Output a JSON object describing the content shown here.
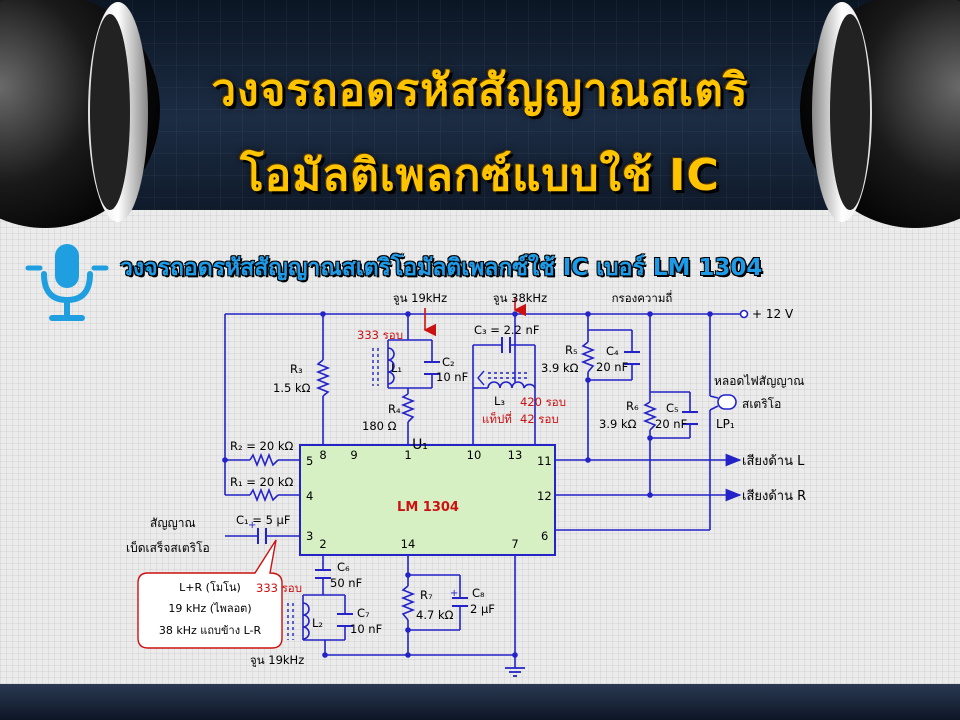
{
  "slide": {
    "title_line1": "วงจรถอดรหัสสัญญาณสเตริ",
    "title_line2": "โอมัลติเพลกซ์แบบใช้ IC",
    "subtitle": "วงจรถอดรหัสสัญญาณสเตริโอมัลติเพลกซ์ใช้ IC เบอร์ LM 1304"
  },
  "colors": {
    "title": "#ffc400",
    "subtitle": "#1e9be8",
    "wire": "#2323c8",
    "ic_fill": "#d7f0c3",
    "accent_red": "#cc1111"
  },
  "icons": {
    "mic": "microphone-icon",
    "speaker_left": "speaker-icon",
    "speaker_right": "speaker-icon"
  },
  "diagram": {
    "ic": {
      "ref": "U₁",
      "part": "LM 1304"
    },
    "pins": [
      "8",
      "9",
      "1",
      "10",
      "13",
      "5",
      "4",
      "3",
      "2",
      "14",
      "7",
      "11",
      "12",
      "6"
    ],
    "supply": "+ 12 V",
    "labels": {
      "tune_19k_top": "จูน 19kHz",
      "tune_38k": "จูน 38kHz",
      "filter": "กรองความถี่",
      "turns_333_top": "333 รอบ",
      "turns_420": "420 รอบ",
      "tap": "แท็ปที่",
      "turns_42": "42 รอบ",
      "turns_333_bottom": "333 รอบ",
      "tune_19k_bottom": "จูน 19kHz",
      "lamp_line1": "หลอดไฟสัญญาณ",
      "lamp_line2": "สเตริโอ",
      "out_left": "เสียงด้าน L",
      "out_right": "เสียงด้าน R",
      "input_line1": "สัญญาณ",
      "input_line2": "เบ็ดเสร็จสเตริโอ",
      "callout_line1": "L+R (โมโน)",
      "callout_line2": "19 kHz (ไพลอต)",
      "callout_line3": "38 kHz แถบข้าง L-R"
    },
    "components": {
      "R1": "R₁ = 20 kΩ",
      "R2": "R₂ = 20 kΩ",
      "R3_name": "R₃",
      "R3_value": "1.5 kΩ",
      "R4_name": "R₄",
      "R4_value": "180 Ω",
      "R5_name": "R₅",
      "R5_value": "3.9 kΩ",
      "R6_name": "R₆",
      "R6_value": "3.9 kΩ",
      "R7_name": "R₇",
      "R7_value": "4.7 kΩ",
      "C1": "C₁ = 5 µF",
      "C2_name": "C₂",
      "C2_value": "10 nF",
      "C3": "C₃ = 2.2 nF",
      "C4_name": "C₄",
      "C4_value": "20 nF",
      "C5_name": "C₅",
      "C5_value": "20 nF",
      "C6_name": "C₆",
      "C6_value": "50 nF",
      "C7_name": "C₇",
      "C7_value": "10 nF",
      "C8_name": "C₈",
      "C8_value": "2 µF",
      "L1": "L₁",
      "L2": "L₂",
      "L3": "L₃",
      "LP1": "LP₁"
    }
  }
}
